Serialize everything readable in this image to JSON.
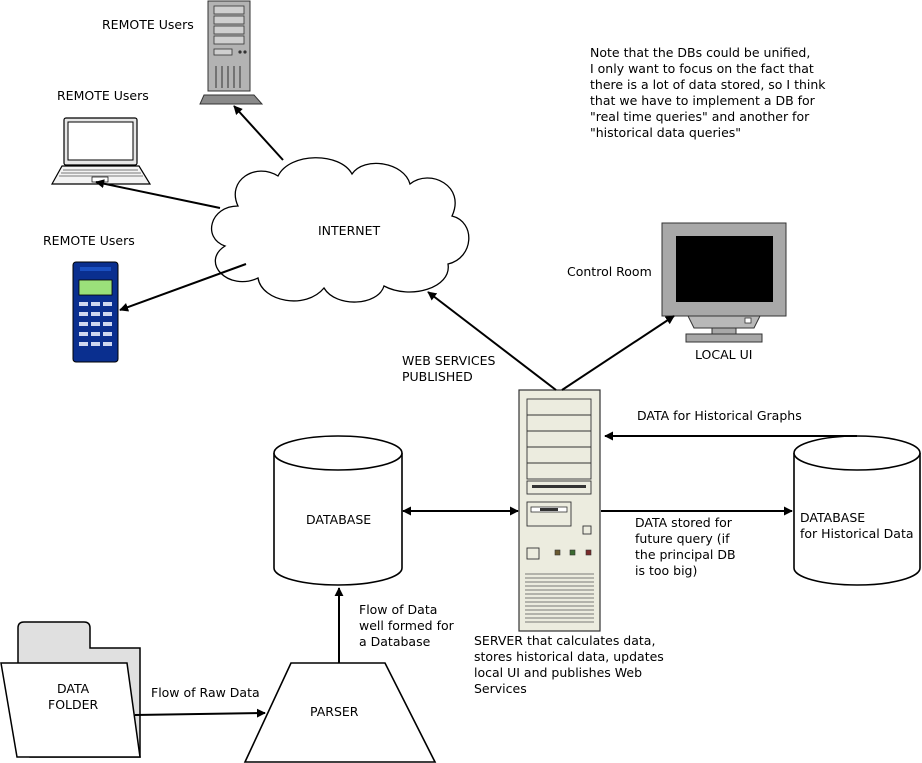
{
  "labels": {
    "remote_users_1": "REMOTE Users",
    "remote_users_2": "REMOTE Users",
    "remote_users_3": "REMOTE Users",
    "internet": "INTERNET",
    "note": "Note that the DBs could be unified,\nI only want to focus on the fact that\nthere is a lot of data stored, so I think\nthat we have to implement a DB for\n\"real time queries\" and another for\n\"historical data queries\"",
    "control_room": "Control Room",
    "local_ui": "LOCAL UI",
    "web_services": "WEB SERVICES\nPUBLISHED",
    "data_historical_graphs": "DATA for Historical Graphs",
    "database": "DATABASE",
    "data_stored": "DATA stored for\nfuture query (if\nthe principal DB\nis too big)",
    "database_historical": "DATABASE\nfor Historical Data",
    "flow_of_data": "Flow of Data\nwell formed for\na Database",
    "server": "SERVER that calculates data,\nstores historical data, updates\nlocal UI and publishes Web\nServices",
    "data_folder": "DATA\nFOLDER",
    "flow_raw_data": "Flow of Raw Data",
    "parser": "PARSER"
  },
  "icons": {
    "remote_server": "tower-server-icon",
    "laptop": "laptop-icon",
    "mobile": "mobile-phone-icon",
    "monitor": "crt-monitor-icon",
    "server": "desktop-tower-icon",
    "folder": "folder-icon"
  },
  "colors": {
    "phone_body": "#0a2f8f",
    "phone_screen": "#9be07a",
    "server_gray": "#b3b3b3",
    "monitor_gray": "#a8a8a8",
    "folder_tab": "#e0e0e0",
    "beige": "#ececdf"
  }
}
